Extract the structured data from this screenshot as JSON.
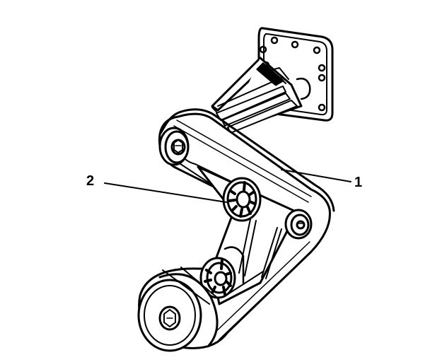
{
  "callouts": [
    {
      "number": "1",
      "part": "belt"
    },
    {
      "number": "2",
      "part": "idler pulley"
    }
  ],
  "colors": {
    "line": "#000000",
    "fill": "#ffffff",
    "shade": "#000000"
  }
}
